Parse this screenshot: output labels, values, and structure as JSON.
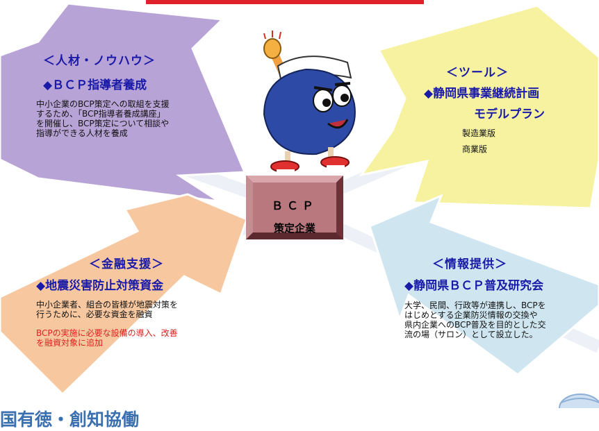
{
  "center": {
    "line1": "ＢＣＰ",
    "line2": "策定企業"
  },
  "quadrants": {
    "talent": {
      "heading": "＜人材・ノウハウ＞",
      "subheading": "◆ＢＣＰ指導者養成",
      "body": [
        "中小企業のBCP策定への取組を支援",
        "するため、「BCP指導者養成講座」",
        "を開催し、BCP策定について相談や",
        "指導ができる人材を養成"
      ]
    },
    "tool": {
      "heading": "＜ツール＞",
      "subheading_1": "◆静岡県事業継続計画",
      "subheading_2": "モデルプラン",
      "items": [
        "製造業版",
        "商業版"
      ]
    },
    "finance": {
      "heading": "＜金融支援＞",
      "subheading": "◆地震災害防止対策資金",
      "body": [
        "中小企業者、組合の皆様が地震対策を",
        "行うために、必要な資金を融資"
      ],
      "note": [
        "BCPの実施に必要な設備の導入、改善",
        "を融資対象に追加"
      ]
    },
    "info": {
      "heading": "＜情報提供＞",
      "subheading": "◆静岡県ＢＣＰ普及研究会",
      "body": [
        "大学、民間、行政等が連携し、BCPを",
        "はじめとする企業防災情報の交換や",
        "県内企業へのBCP普及を目的とした交",
        "流の場（サロン）として設立した。"
      ]
    }
  },
  "footer": {
    "text": "国有徳・創知協働"
  },
  "colors": {
    "talent_fill": "#b8a3d6",
    "tool_fill": "#f6f2a0",
    "finance_fill": "#f7c8a0",
    "info_fill": "#cfe6f0",
    "center_fill": "#b8787d",
    "mascot_blue": "#2d4aa6",
    "heading_blue": "#1a1aa8"
  }
}
